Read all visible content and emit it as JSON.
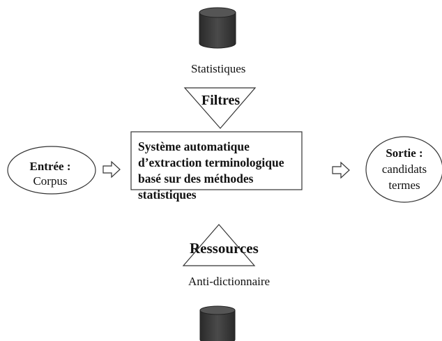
{
  "top_store": {
    "label": "Statistiques"
  },
  "filter": {
    "label": "Filtres"
  },
  "system": {
    "lines": [
      "Système automatique",
      "d’extraction terminologique",
      "basé sur des méthodes",
      "statistiques"
    ]
  },
  "input": {
    "title": "Entrée :",
    "subtitle": "Corpus"
  },
  "output": {
    "title": "Sortie :",
    "line1": "candidats",
    "line2": "termes"
  },
  "resources": {
    "label": "Ressources"
  },
  "bottom_store": {
    "label": "Anti-dictionnaire"
  },
  "colors": {
    "line": "#333333",
    "database_fill": "#3a3a3a",
    "database_top": "#555555"
  },
  "icons": {
    "database": "cylinder-icon",
    "arrow": "hollow-right-arrow-icon"
  }
}
